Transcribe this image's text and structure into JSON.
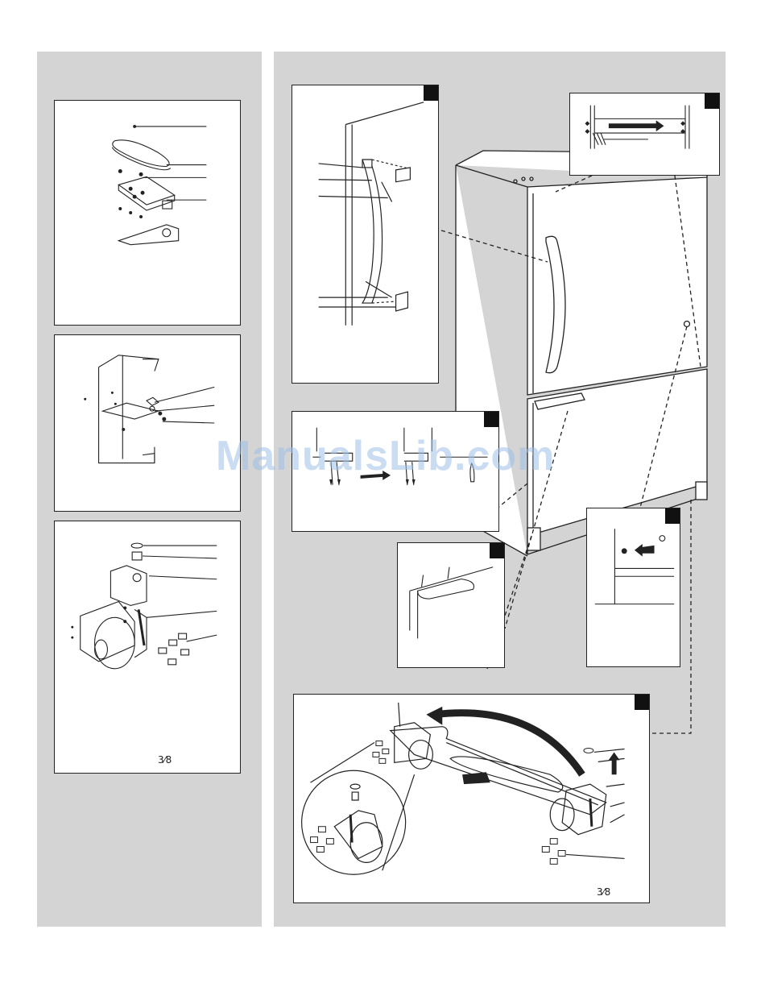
{
  "watermark": "ManualsLib.com",
  "fractions": {
    "left_caster": "3⁄8",
    "bottom_caster": "3⁄8"
  },
  "colors": {
    "panel_gray": "#d4d4d4",
    "line": "#222222",
    "watermark": "#9fc0e6"
  },
  "icons": [
    "hinge-assembly-icon",
    "door-stop-icon",
    "caster-assembly-icon",
    "handle-icon",
    "arrow-icon",
    "refrigerator-icon",
    "wheel-icon",
    "screw-icon"
  ]
}
